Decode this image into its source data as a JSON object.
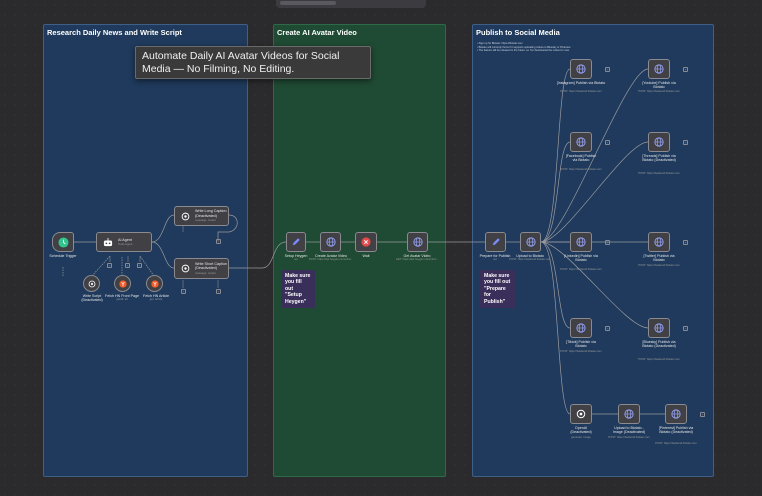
{
  "sections": {
    "research": {
      "title": "Research Daily News and Write Script"
    },
    "video": {
      "title": "Create AI Avatar Video"
    },
    "publish": {
      "title": "Publish to Social Media"
    }
  },
  "tooltip": {
    "text": "Automate Daily AI Avatar Videos for Social Media — No Filming, No Editing."
  },
  "research_nodes": {
    "schedule": {
      "label": "Schedule Trigger"
    },
    "agent": {
      "title": "AI Agent",
      "sub": "Tools Agent"
    },
    "write_script": {
      "label": "Write Script (Deactivated)"
    },
    "fetch_front": {
      "label": "Fetch HN Front Page",
      "sub": "getAll: all"
    },
    "fetch_article": {
      "label": "Fetch HN Article",
      "sub": "get: article"
    },
    "long_caption": {
      "title": "Write Long Caption (Deactivated)",
      "sub": "message: model"
    },
    "short_caption": {
      "title": "Write Short Caption (Deactivated)",
      "sub": "message: model"
    }
  },
  "video_nodes": {
    "setup": {
      "label": "Setup Heygen",
      "sub": "set"
    },
    "create": {
      "label": "Create Avatar Video",
      "sub": "POST: https://api.heygen.com/v2/vi..."
    },
    "wait": {
      "label": "Wait"
    },
    "get": {
      "label": "Get Avatar Video",
      "sub": "GET: https://api.heygen.com/v1/vi..."
    },
    "sticky": {
      "text": "Make sure you fill out \"Setup Heygen\""
    }
  },
  "publish_notes": [
    "• Sign up for Blotato: https://blotato.com",
    "• Blotato will currently throw if it supports uploading videos to Bluesky or Pinterest.",
    "• The feature will be released in the future, so I've deactivated the nodes for now."
  ],
  "publish_nodes": {
    "prepare": {
      "label": "Prepare for Publish",
      "sub": "set"
    },
    "upload": {
      "label": "Upload to Blotato",
      "sub": "POST: https://backend.blotato.com"
    },
    "sticky": {
      "text": "Make sure you fill out \"Prepare for Publish\""
    },
    "instagram": {
      "label": "[Instagram] Publish via Blotato",
      "sub": "POST: https://backend.blotato.com"
    },
    "youtube": {
      "label": "[Youtube] Publish via Blotato",
      "sub": "POST: https://backend.blotato.com"
    },
    "facebook": {
      "label": "[Facebook] Publish via Blotato",
      "sub": "POST: https://backend.blotato.com"
    },
    "threads": {
      "label": "[Threads] Publish via Blotato (Deactivated)",
      "sub": "POST: https://backend.blotato.com"
    },
    "linkedin": {
      "label": "[Linkedin] Publish via Blotato",
      "sub": "POST: https://backend.blotato.com"
    },
    "twitter": {
      "label": "[Twitter] Publish via Blotato",
      "sub": "POST: https://backend.blotato.com"
    },
    "tiktok": {
      "label": "[Tiktok] Publish via Blotato",
      "sub": "POST: https://backend.blotato.com"
    },
    "bluesky": {
      "label": "[Bluesky] Publish via Blotato (Deactivated)",
      "sub": "POST: https://backend.blotato.com"
    },
    "openai": {
      "label": "OpenAI (Deactivated)",
      "sub": "generate: image"
    },
    "upload_image": {
      "label": "Upload to Blotato - Image (Deactivated)",
      "sub": "POST: https://backend.blotato.com"
    },
    "pinterest": {
      "label": "[Pinterest] Publish via Blotato (Deactivated)",
      "sub": "POST: https://backend.blotato.com"
    }
  },
  "colors": {
    "section_blue": "#1f3a5c",
    "section_green": "#1f4a33",
    "sticky": "#3a2f5a",
    "node": "#414145",
    "edge": "#9a9a9e",
    "schedule_icon": "#31c48d",
    "wait_icon": "#e34a4a",
    "hn_icon": "#f35b2a"
  }
}
